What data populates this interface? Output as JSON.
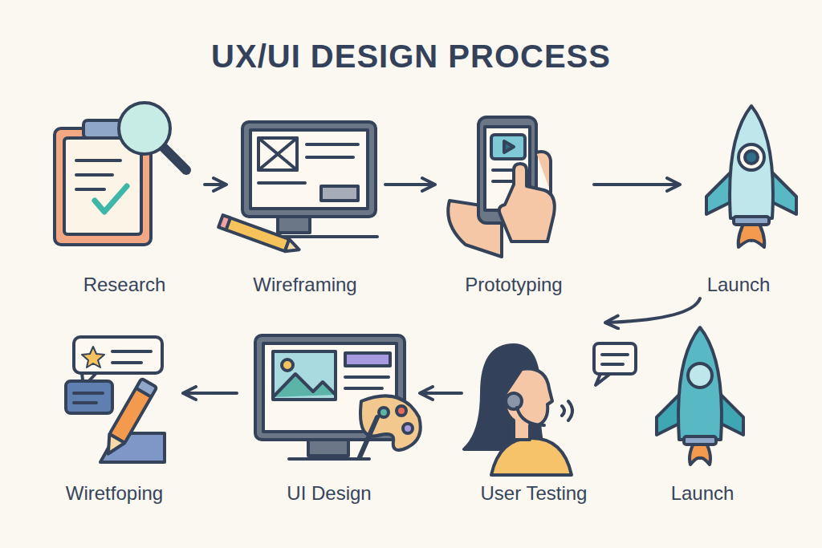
{
  "diagram": {
    "title": "UX/UI DESIGN PROCESS",
    "nodes": [
      {
        "text": [
          "Research"
        ]
      },
      {
        "text": [
          "Wireframing"
        ]
      },
      {
        "text": [
          "Prototyping"
        ]
      },
      {
        "text": [
          "Launch"
        ]
      },
      {
        "text": [
          "Wiretfoping"
        ]
      },
      {
        "text": [
          "UI Design"
        ]
      },
      {
        "text": [
          "User Testing"
        ]
      },
      {
        "text": [
          "Launch"
        ]
      }
    ],
    "edges": [
      {
        "from": 0,
        "to": 1,
        "arrow": "to"
      },
      {
        "from": 1,
        "to": 2,
        "arrow": "to"
      },
      {
        "from": 2,
        "to": 3,
        "arrow": "to"
      },
      {
        "from": 3,
        "to": 6,
        "arrow": "to"
      },
      {
        "from": 6,
        "to": 5,
        "arrow": "to"
      },
      {
        "from": 5,
        "to": 4,
        "arrow": "to"
      }
    ]
  }
}
